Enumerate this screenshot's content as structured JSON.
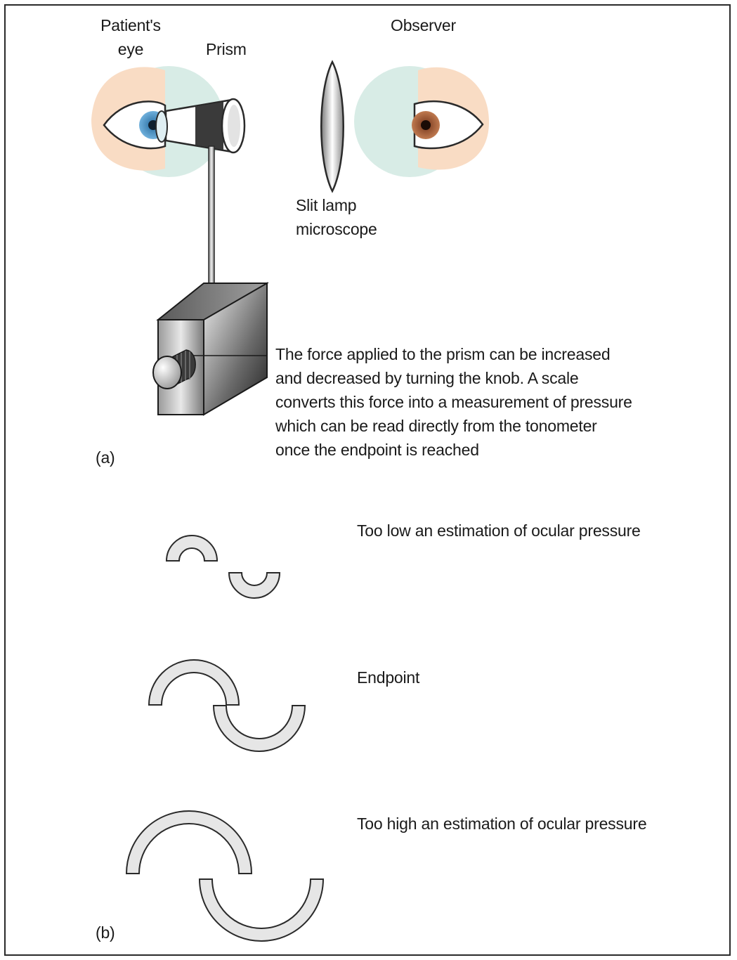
{
  "panel_a": {
    "label": "(a)",
    "patient_eye_line1": "Patient's",
    "patient_eye_line2": "eye",
    "prism": "Prism",
    "observer": "Observer",
    "slit_lamp_line1": "Slit lamp",
    "slit_lamp_line2": "microscope",
    "description_lines": [
      "The force applied to the prism can be increased",
      "and decreased by turning the knob. A scale",
      "converts this force into a measurement of pressure",
      "which can be read directly from the tonometer",
      "once the endpoint is reached"
    ]
  },
  "panel_b": {
    "label": "(b)",
    "too_low": "Too low an estimation of ocular pressure",
    "endpoint": "Endpoint",
    "too_high": "Too high an estimation of ocular pressure"
  },
  "colors": {
    "skin": "#f9dcc4",
    "halo": "#d8ece6",
    "patient_iris": "#4f93c4",
    "observer_iris": "#a0522d",
    "semicircle_fill": "#e6e6e6",
    "outline": "#2a2a2a"
  },
  "icons": {
    "patient_eye": "eye-icon",
    "observer_eye": "eye-icon",
    "prism": "prism-cylinder",
    "lens": "lens-shape",
    "tonometer": "box-with-knob"
  }
}
